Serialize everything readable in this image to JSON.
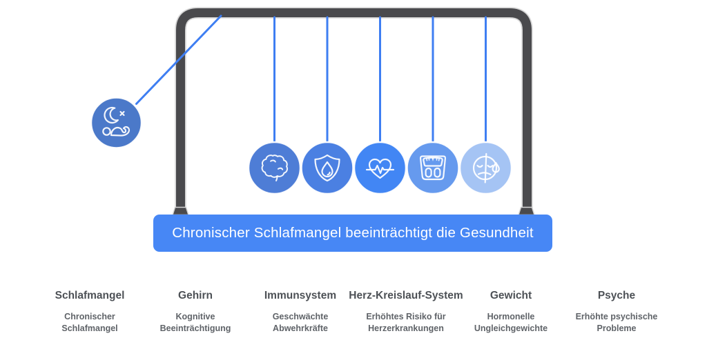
{
  "banner": {
    "text": "Chronischer Schlafmangel beeinträchtigt die Gesundheit",
    "bg_color": "#4787f5",
    "text_color": "#ffffff"
  },
  "cradle": {
    "frame_color": "#4a4a4d",
    "frame_highlight_color": "#d6d6d6",
    "string_color": "#3e7ef2",
    "icon_stroke_color": "#ffffff",
    "swing_ball": {
      "label": "Schlafmangel",
      "icon": "sleepless-moon-person-icon",
      "color": "#4b79c9"
    },
    "balls": [
      {
        "label": "Gehirn",
        "icon": "brain-icon",
        "color": "#4e7dd6"
      },
      {
        "label": "Immunsystem",
        "icon": "shield-droplet-icon",
        "color": "#4b80e2"
      },
      {
        "label": "Herz-Kreislauf-System",
        "icon": "heart-ecg-icon",
        "color": "#4286f4"
      },
      {
        "label": "Gewicht",
        "icon": "weight-scale-icon",
        "color": "#669aee"
      },
      {
        "label": "Psyche",
        "icon": "sad-face-tear-icon",
        "color": "#a5c4f4"
      }
    ]
  },
  "legend": {
    "heading_color": "#4d5156",
    "sub_color": "#5f6368",
    "columns": [
      {
        "heading": "Schlafmangel",
        "sub": "Chronischer Schlafmangel"
      },
      {
        "heading": "Gehirn",
        "sub": "Kognitive Beeinträchtigung"
      },
      {
        "heading": "Immunsystem",
        "sub": "Geschwächte Abwehrkräfte"
      },
      {
        "heading": "Herz-Kreislauf-System",
        "sub": "Erhöhtes Risiko für Herzerkrankungen"
      },
      {
        "heading": "Gewicht",
        "sub": "Hormonelle Ungleichgewichte"
      },
      {
        "heading": "Psyche",
        "sub": "Erhöhte psychische Probleme"
      }
    ]
  }
}
